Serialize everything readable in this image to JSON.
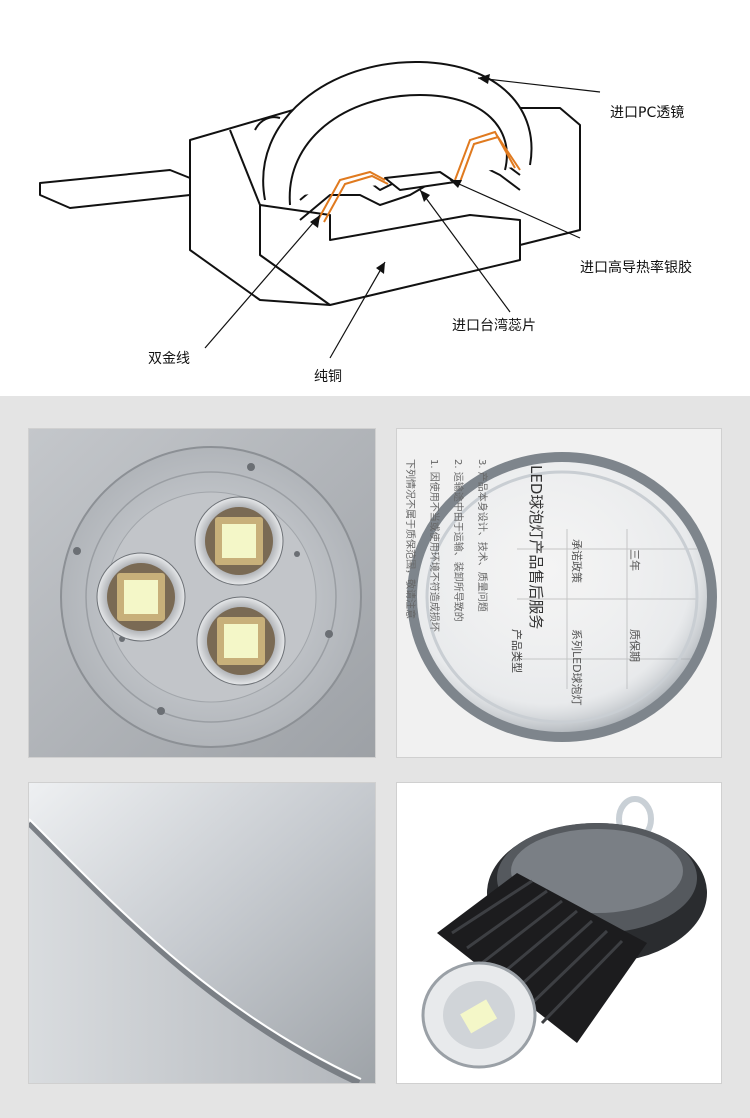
{
  "diagram": {
    "labels": {
      "pc_lens": "进口PC透镜",
      "silver_glue": "进口高导热率银胶",
      "taiwan_chip": "进口台湾蕊片",
      "gold_wire": "双金线",
      "pure_copper": "纯铜"
    }
  },
  "lens_photo": {
    "doc_heading": "LED球泡灯产品售后服务",
    "doc_cell_1": "产品类型",
    "doc_cell_2": "系列LED球泡灯",
    "doc_cell_3": "质保期",
    "doc_cell_4": "三年",
    "doc_cell_5": "承诺政策",
    "doc_line_1": "下列情况不属于质保范围，敬请注意",
    "doc_line_2": "1. 因使用不当或使用环境不符造成损坏",
    "doc_line_3": "2. 运输途中由于运输、装卸所导致的",
    "doc_line_4": "3. 产品本身设计、技术、质量问题"
  },
  "colors": {
    "background": "#e4e4e4",
    "aluminum": "#c9ccd0",
    "led_chip": "#f4f7c8",
    "heatsink": "#1c1c1e",
    "gold_wire": "#e07a1f"
  }
}
